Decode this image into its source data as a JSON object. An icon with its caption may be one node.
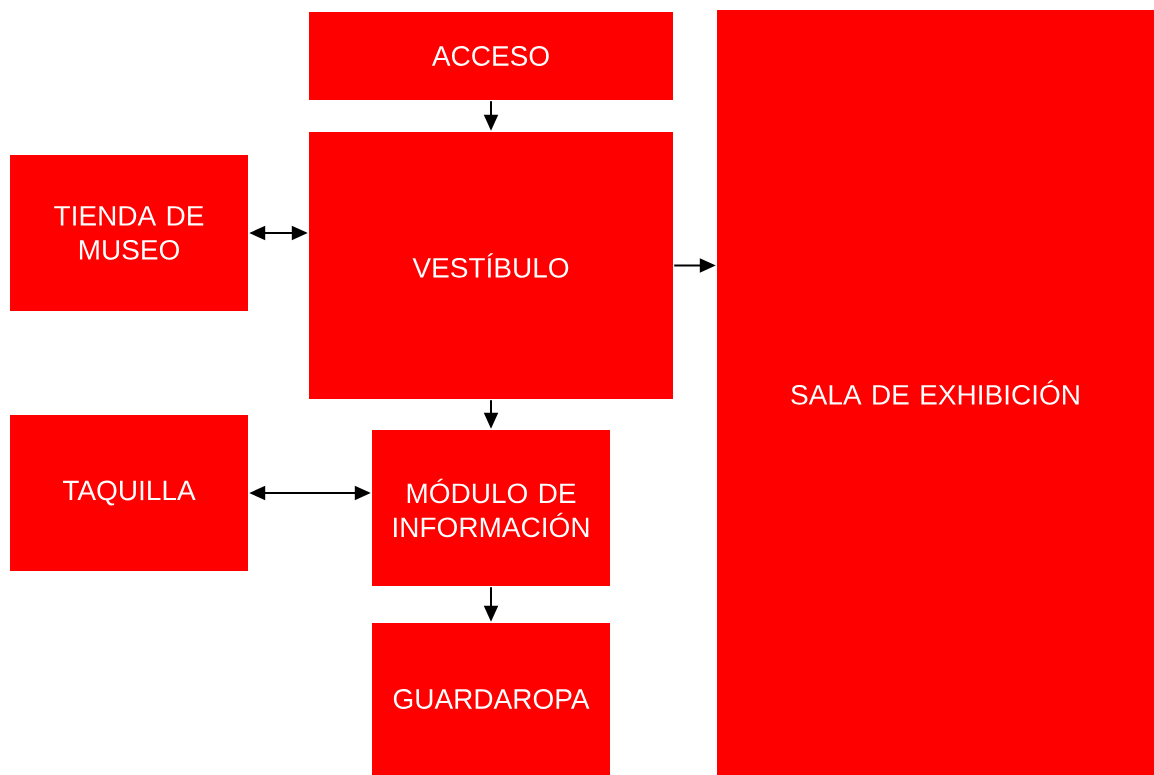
{
  "diagram": {
    "nodes": [
      {
        "text": [
          "ACCESO"
        ]
      },
      {
        "text": [
          "TIENDA DE MUSEO"
        ]
      },
      {
        "text": [
          "VESTÍBULO"
        ]
      },
      {
        "text": [
          "SALA DE EXHIBICIÓN"
        ]
      },
      {
        "text": [
          "TAQUILLA"
        ]
      },
      {
        "text": [
          "MÓDULO DE INFORMACIÓN"
        ]
      },
      {
        "text": [
          "GUARDAROPA"
        ]
      }
    ],
    "edges": [
      {
        "from": 0,
        "to": 2,
        "arrow": "to"
      },
      {
        "from": 1,
        "to": 2,
        "arrow": "both"
      },
      {
        "from": 2,
        "to": 3,
        "arrow": "to"
      },
      {
        "from": 4,
        "to": 5,
        "arrow": "both"
      },
      {
        "from": 2,
        "to": 5,
        "arrow": "to"
      },
      {
        "from": 5,
        "to": 6,
        "arrow": "to"
      }
    ]
  }
}
